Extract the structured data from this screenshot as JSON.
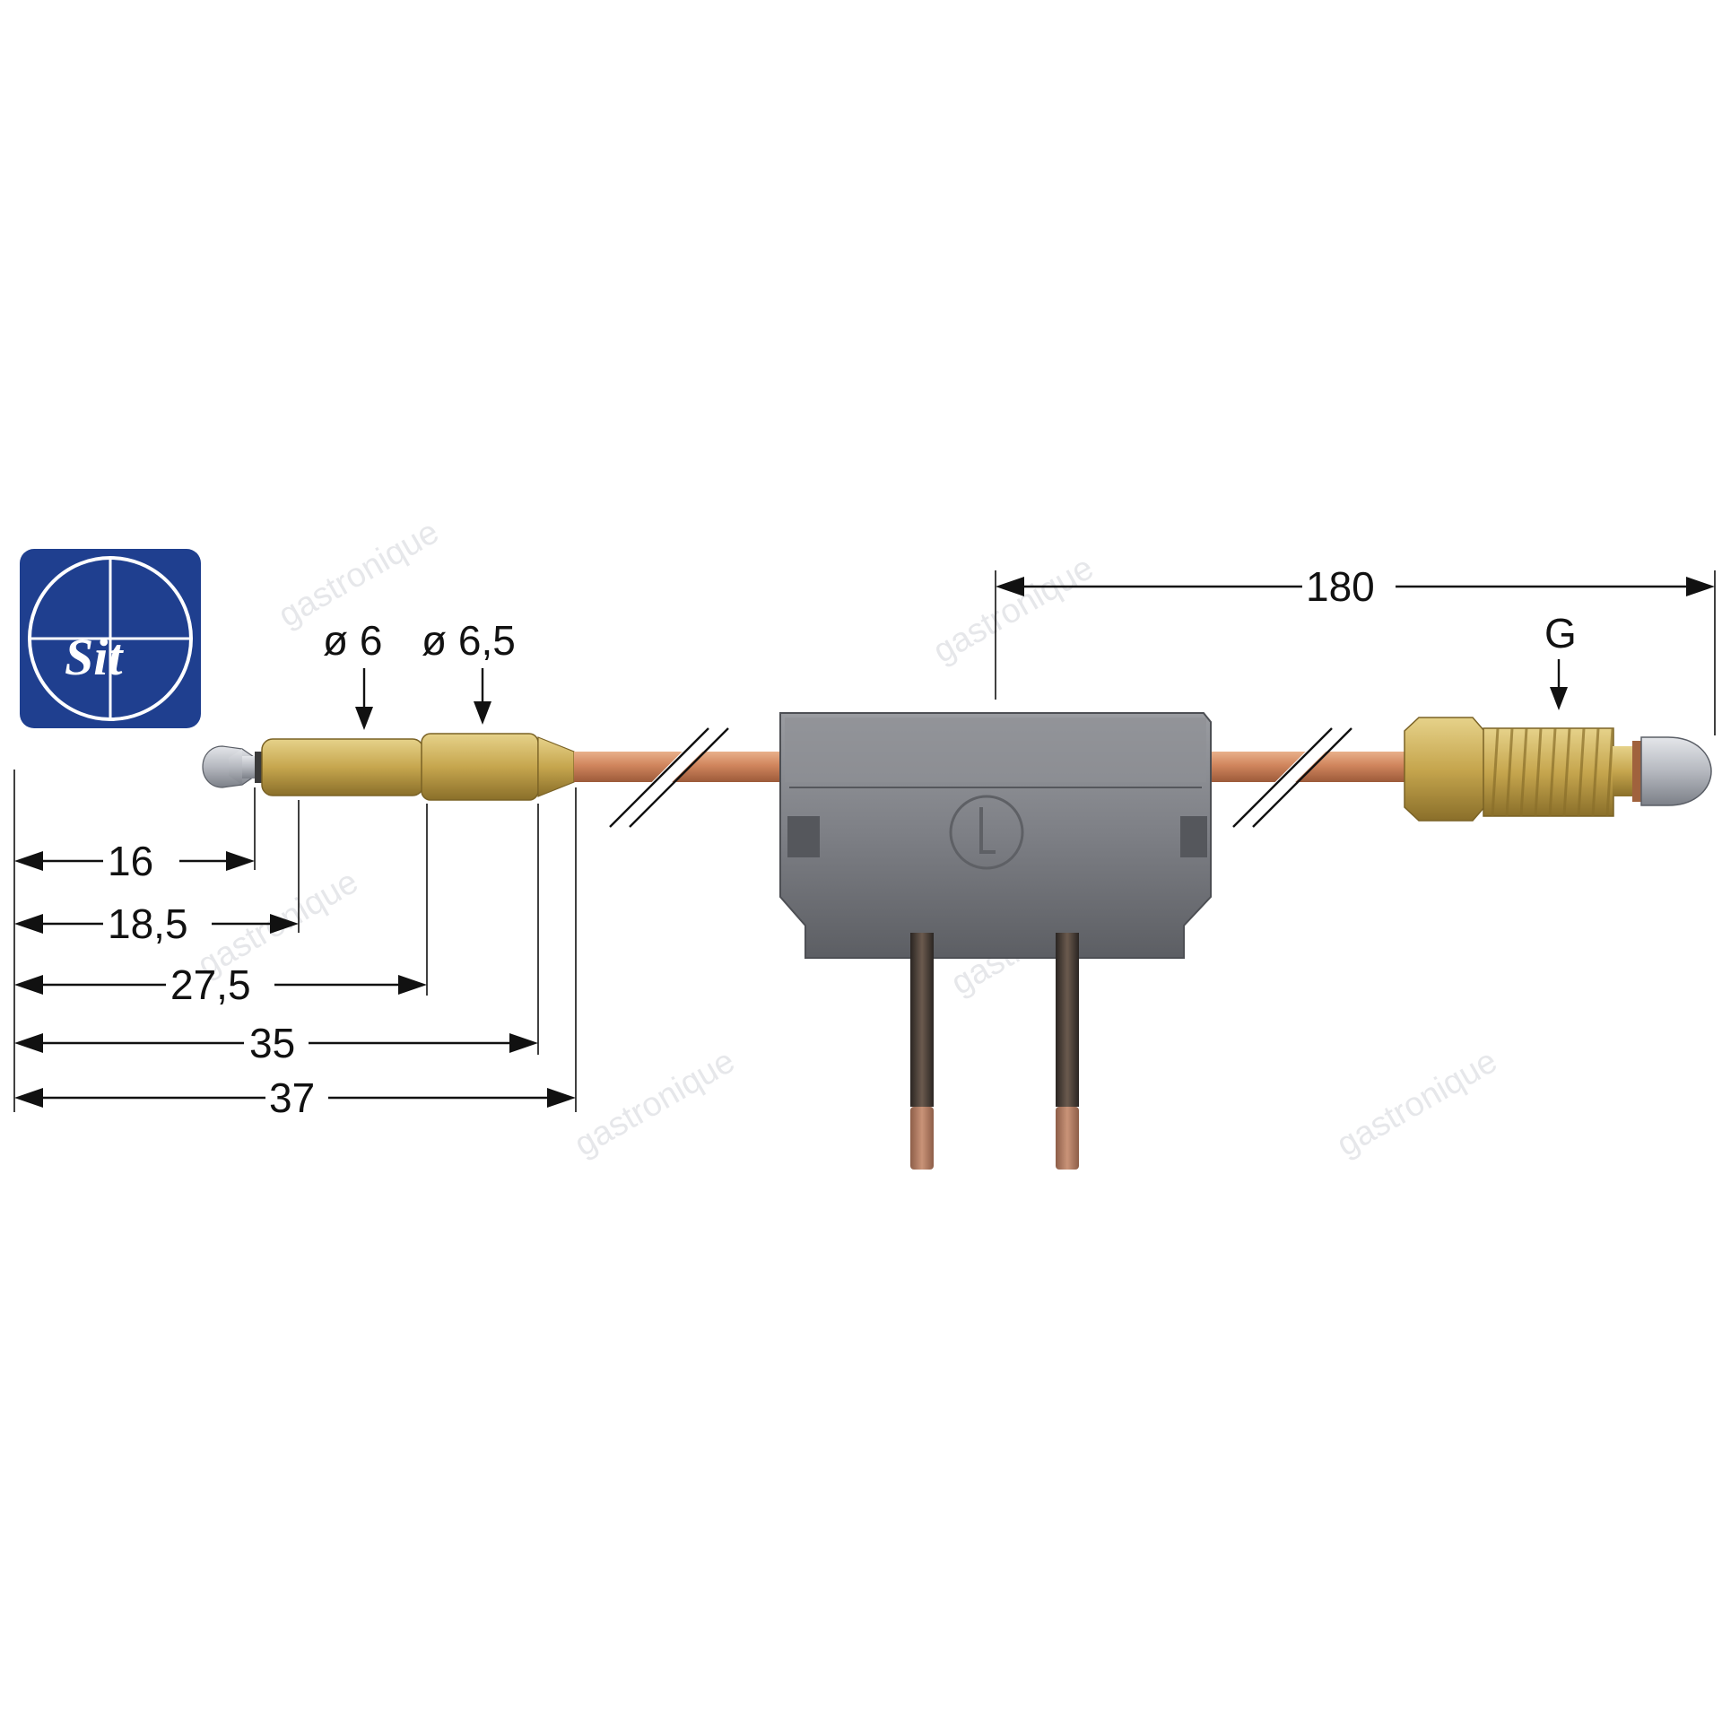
{
  "logo": {
    "brand": "Sit",
    "background_color": "#1f3f8f",
    "foreground_color": "#ffffff"
  },
  "watermark": {
    "text": "gastronique"
  },
  "diameters": [
    {
      "label": "ø 6"
    },
    {
      "label": "ø 6,5"
    }
  ],
  "dimensions_left": [
    {
      "label": "16"
    },
    {
      "label": "18,5"
    },
    {
      "label": "27,5"
    },
    {
      "label": "35"
    },
    {
      "label": "37"
    }
  ],
  "dimension_right": {
    "label": "180"
  },
  "thread_label": {
    "label": "G"
  },
  "colors": {
    "copper_tube": "#d08a63",
    "brass": "#c9ad55",
    "connector_body": "#7d7f84",
    "probe_tip": "#b9bcc2"
  }
}
